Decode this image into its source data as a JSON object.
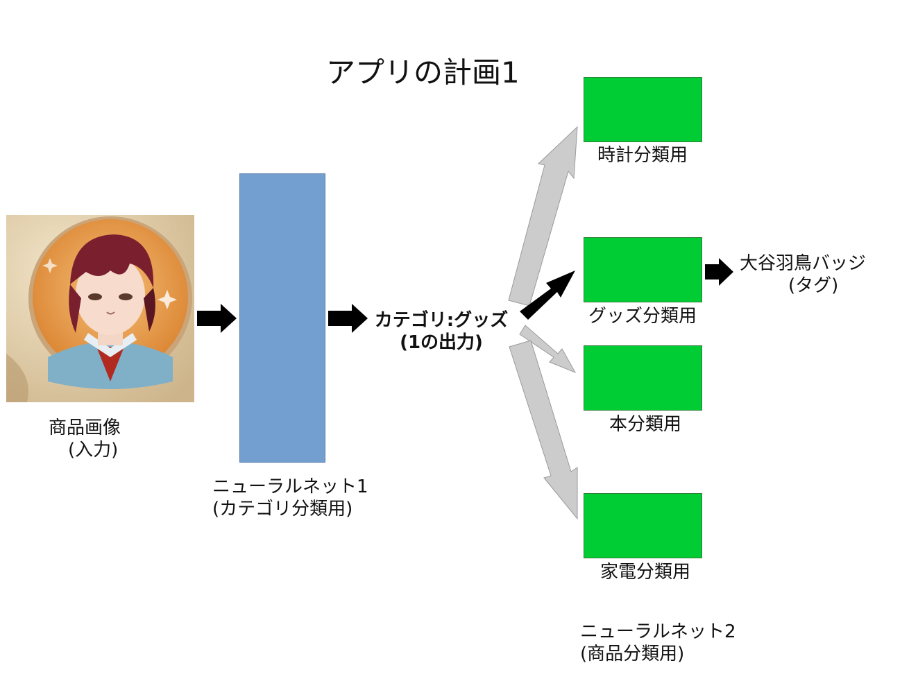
{
  "title": "アプリの計画1",
  "input": {
    "label_line1": "商品画像",
    "label_line2": "(入力)"
  },
  "nn1": {
    "label_line1": "ニューラルネット1",
    "label_line2": "(カテゴリ分類用)"
  },
  "output1": {
    "line1": "カテゴリ:グッズ",
    "line2": "(1の出力)"
  },
  "classifiers": [
    {
      "label": "時計分類用"
    },
    {
      "label": "グッズ分類用"
    },
    {
      "label": "本分類用"
    },
    {
      "label": "家電分類用"
    }
  ],
  "result": {
    "line1": "大谷羽鳥バッジ",
    "line2": "(タグ)"
  },
  "nn2": {
    "label_line1": "ニューラルネット2",
    "label_line2": "(商品分類用)"
  },
  "colors": {
    "classifier_box": "#00cc33",
    "nn1_box": "#729fcf",
    "inactive_arrow": "#cccccc",
    "active_arrow": "#000000"
  }
}
